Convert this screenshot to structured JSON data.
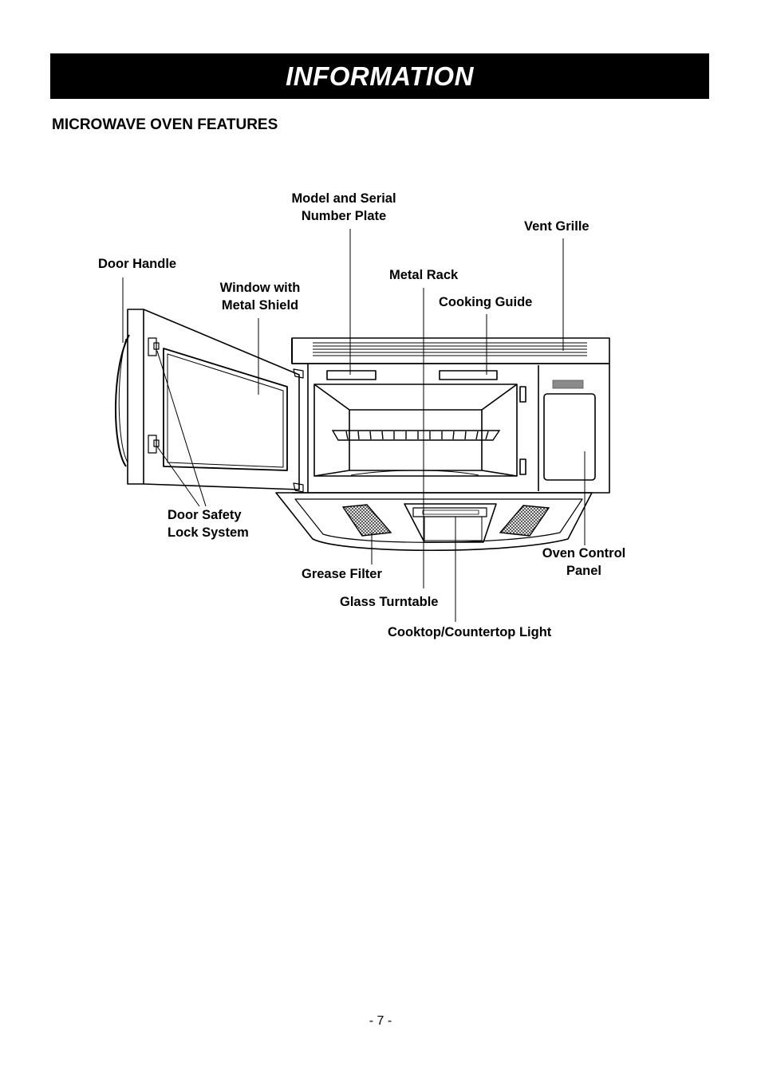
{
  "header": {
    "title": "INFORMATION"
  },
  "section": {
    "title": "MICROWAVE OVEN FEATURES"
  },
  "labels": {
    "model_plate": [
      "Model and Serial",
      "Number Plate"
    ],
    "vent_grille": "Vent Grille",
    "door_handle": "Door Handle",
    "window": [
      "Window with",
      "Metal Shield"
    ],
    "metal_rack": "Metal Rack",
    "cooking_guide": "Cooking Guide",
    "door_safety": [
      "Door Safety",
      "Lock System"
    ],
    "grease_filter": "Grease Filter",
    "oven_control": [
      "Oven Control",
      "Panel"
    ],
    "glass_turntable": "Glass Turntable",
    "cooktop_light": "Cooktop/Countertop Light"
  },
  "footer": {
    "page_number": "- 7 -"
  }
}
